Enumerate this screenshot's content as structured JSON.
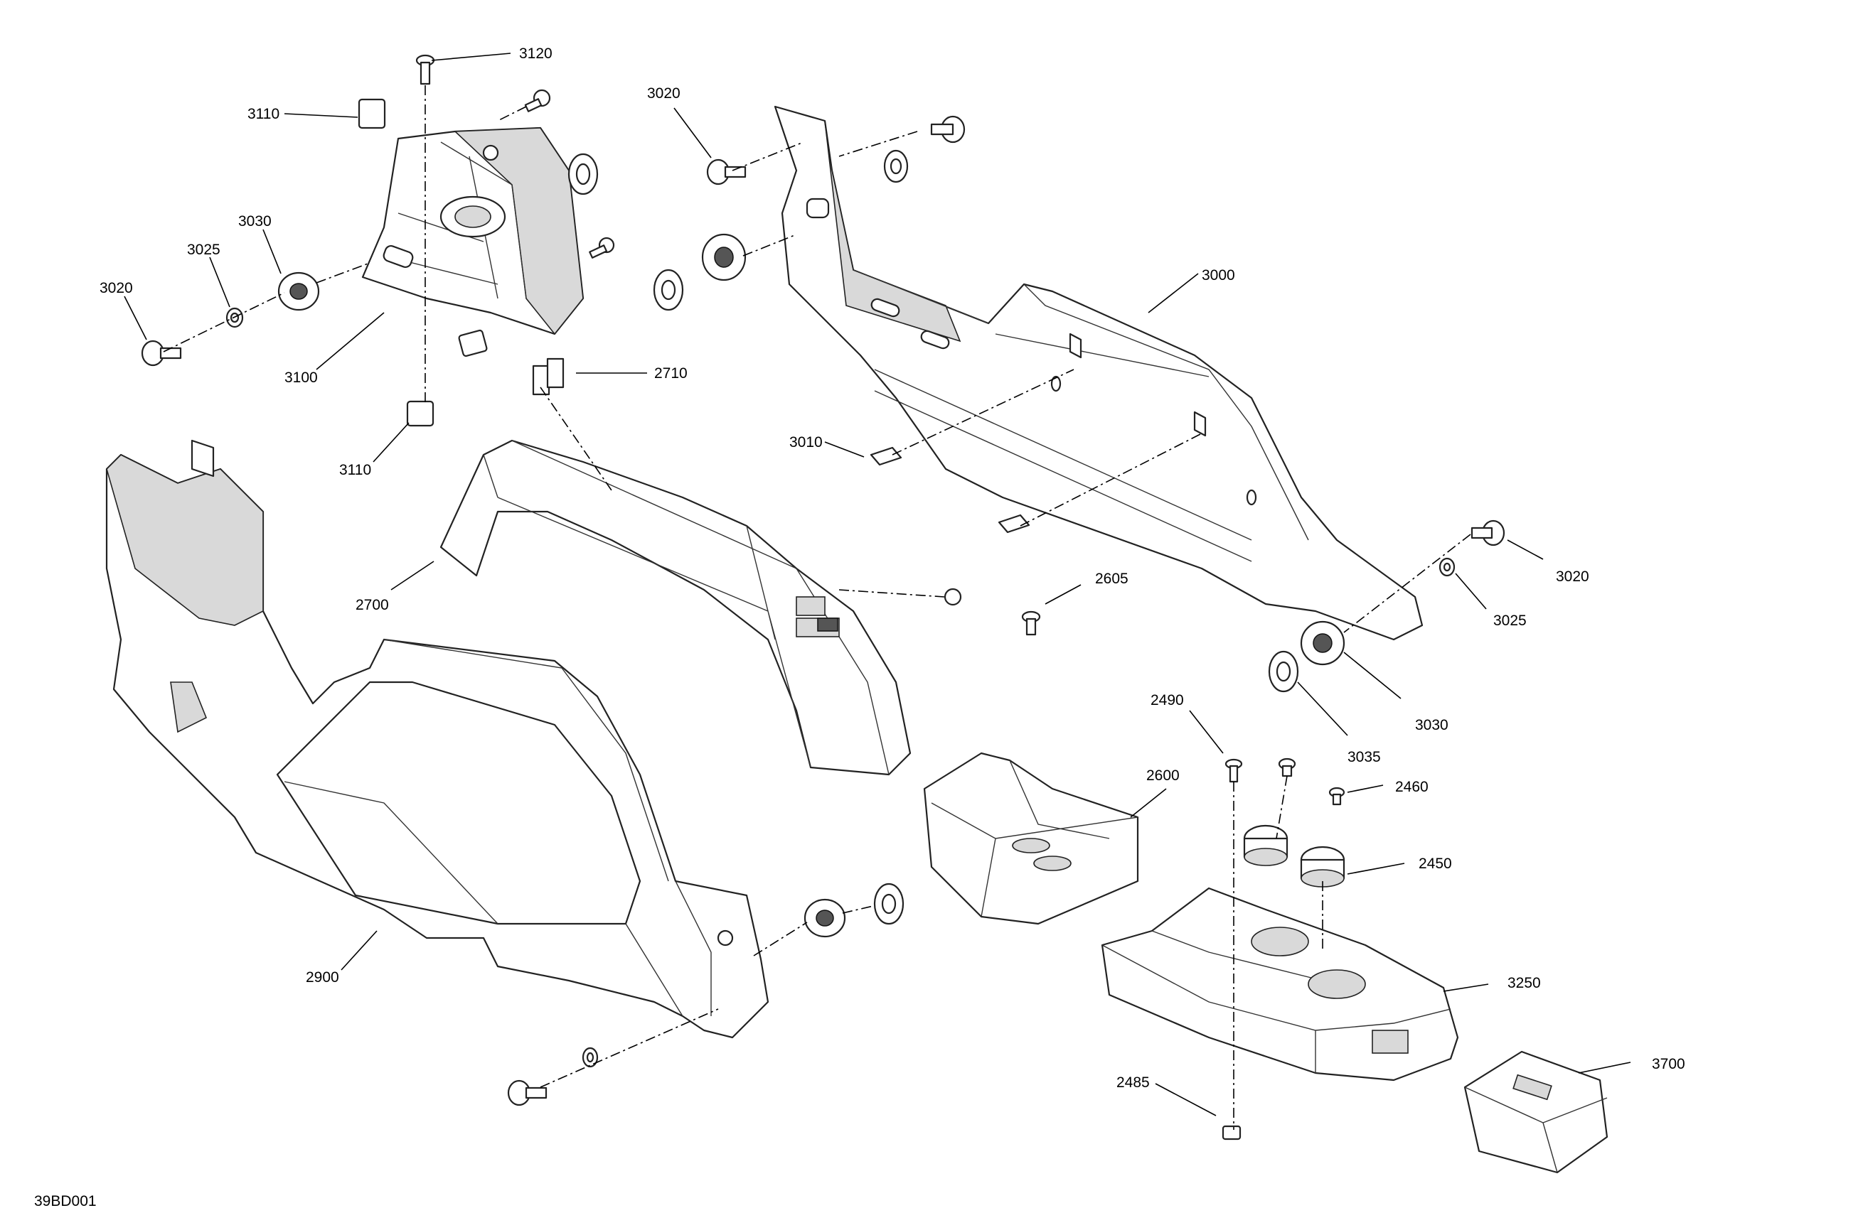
{
  "figure_id": "39BD001",
  "callouts": {
    "c3120": "3120",
    "c3110_top": "3110",
    "c3020_top": "3020",
    "c3030_left": "3030",
    "c3025_left": "3025",
    "c3020_left": "3020",
    "c3100": "3100",
    "c2710": "2710",
    "c3110_bottom": "3110",
    "c3000": "3000",
    "c3010": "3010",
    "c2700": "2700",
    "c2605": "2605",
    "c3020_right": "3020",
    "c3025_right": "3025",
    "c3030_right": "3030",
    "c3035": "3035",
    "c2490": "2490",
    "c2600": "2600",
    "c2460": "2460",
    "c2450": "2450",
    "c3250": "3250",
    "c2900": "2900",
    "c2485": "2485",
    "c3700": "3700"
  }
}
